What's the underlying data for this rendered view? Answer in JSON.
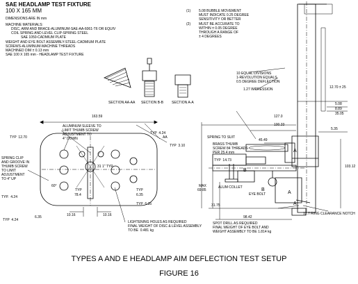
{
  "header": {
    "title": "SAE HEADLAMP TEST FIXTURE",
    "size": "100 X 165 MM",
    "dims_note": "DIMENSIONS ARE IN mm"
  },
  "materials": {
    "heading": "MACHINE MATERIALS:",
    "line1": "DISC, ARM AND BRACE-ALUMINUM-SAE-AA-6061-T6 OR EQUIV",
    "line2": "COIL SPRING AND LEVEL CLIP-SPRING STEEL",
    "line3": "SAE 1050-CADMIUM PLATE",
    "line4": "WEIGHT AND EYE BOLT ASSEMBLY-STEEL-CADMIUM PLATE",
    "line5": "SCREWS-ALUMINUM-MACHINE THREADS",
    "line6": "MACHINED DIM ± 0.13 mm",
    "line7": "SAE 100 X 165 mm - HEADLAMP TEST FIXTURE"
  },
  "notes": {
    "n1_num": "(1)",
    "n1_l1": "5.08 BUBBLE MOVEMENT",
    "n1_l2": "MUST INDICATE 0.25 DEGREE",
    "n1_l3": "SENSITIVITY OR BETTER",
    "n2_num": "(2)",
    "n2_l1": "MUST BE ACCURATE TO",
    "n2_l2": "WITHIN ± 0.05 DEGREE",
    "n2_l3": "THROUGH A RANGE OF",
    "n2_l4": "± 4 DEGREES"
  },
  "sections": {
    "aa": "SECTION AA-AA",
    "bb": "SECTION B-B",
    "a": "SECTION A-A"
  },
  "plan_view": {
    "width_dim": "163.59",
    "typ_424_top": "TYP  4.24",
    "aa": "AA",
    "typ_310": "TYP  3.10",
    "typ_1270": "TYP  12.70",
    "angle_31": "31 1\" TYP.",
    "angle_60": "60°",
    "typ_784_a": "TYP",
    "typ_784_b": "78.4",
    "typ_635_a": "TYP",
    "typ_635_b": "6.35",
    "typ_635_c": "TYP  6.35",
    "typ_424_left": "TYP.  4.24",
    "typ_424_bot": "TYP  4.24",
    "dim_635": "6.35",
    "dim_1016_a": "10.16",
    "dim_1016_b": "10.16",
    "sleeve_l1": "ALUMINUM SLEEVE TO",
    "sleeve_l2": "LIMIT THUMB SCREW",
    "sleeve_l3": "ADJUSTMENT TO",
    "sleeve_l4": "4\" DOWN",
    "clip_l1": "SPRING CLIP",
    "clip_l2": "AND GROOVE IN",
    "clip_l3": "THUMB SCREW",
    "clip_l4": "TO LIMIT",
    "clip_l5": "ADJUSTMENT",
    "clip_l6": "TO 4\" UP",
    "holes_l1": "LIGHTENING HOLES AS REQUIRED",
    "holes_l2": "FINAL WEIGHT OF DISC & LEVEL ASSEMBLY",
    "holes_l3": "TO BE  0.481 kg"
  },
  "side_view": {
    "divisions_l1": "10 EQUAL DIVISIONS",
    "divisions_l2": "1-REVOLUTION EQUALS",
    "divisions_l3": "0.5 DEGREE DEFLECTION",
    "impression": "1.27 IMPRESSION",
    "dim_1270": "12.70 ± 25",
    "dim_508": "5.08",
    "dim_889": "8.89",
    "dim_3505": "35.05",
    "dim_1270b": "127.0",
    "dim_10033": "100.33",
    "dim_535": "5.35",
    "spring": "SPRING TO SUIT",
    "dim_4549": "45.49",
    "brass_l1": "BRASS THUMB",
    "brass_l2": "SCREW 84 THREADS",
    "brass_l3": "PER 25.4 mm",
    "typ_1473": "TYP  14.73",
    "label_a1": "A",
    "label_b1": "B",
    "label_b2": "B",
    "label_a2": "A",
    "label_a3": "A",
    "dim_10312": "103.12",
    "max_a": "MAX",
    "max_b": "69.85",
    "collet": "ALUM COLLET",
    "eyebolt": "EYE BOLT",
    "dim_3175": "31.75",
    "ring_notch": "12.7 RING CLEARANCE NOTCH",
    "dim_9842": "98.42",
    "spot_l1": "SPOT DRILL AS REQUIRED",
    "spot_l2": "FINAL WEIGHT OF EYE BOLT AND",
    "spot_l3": "WEIGHT ASSEMBLY TO BE 1.814 kg"
  },
  "caption": {
    "line1": "TYPES A AND E HEADLAMP AIM DEFLECTION TEST SETUP",
    "line2": "FIGURE 16"
  }
}
